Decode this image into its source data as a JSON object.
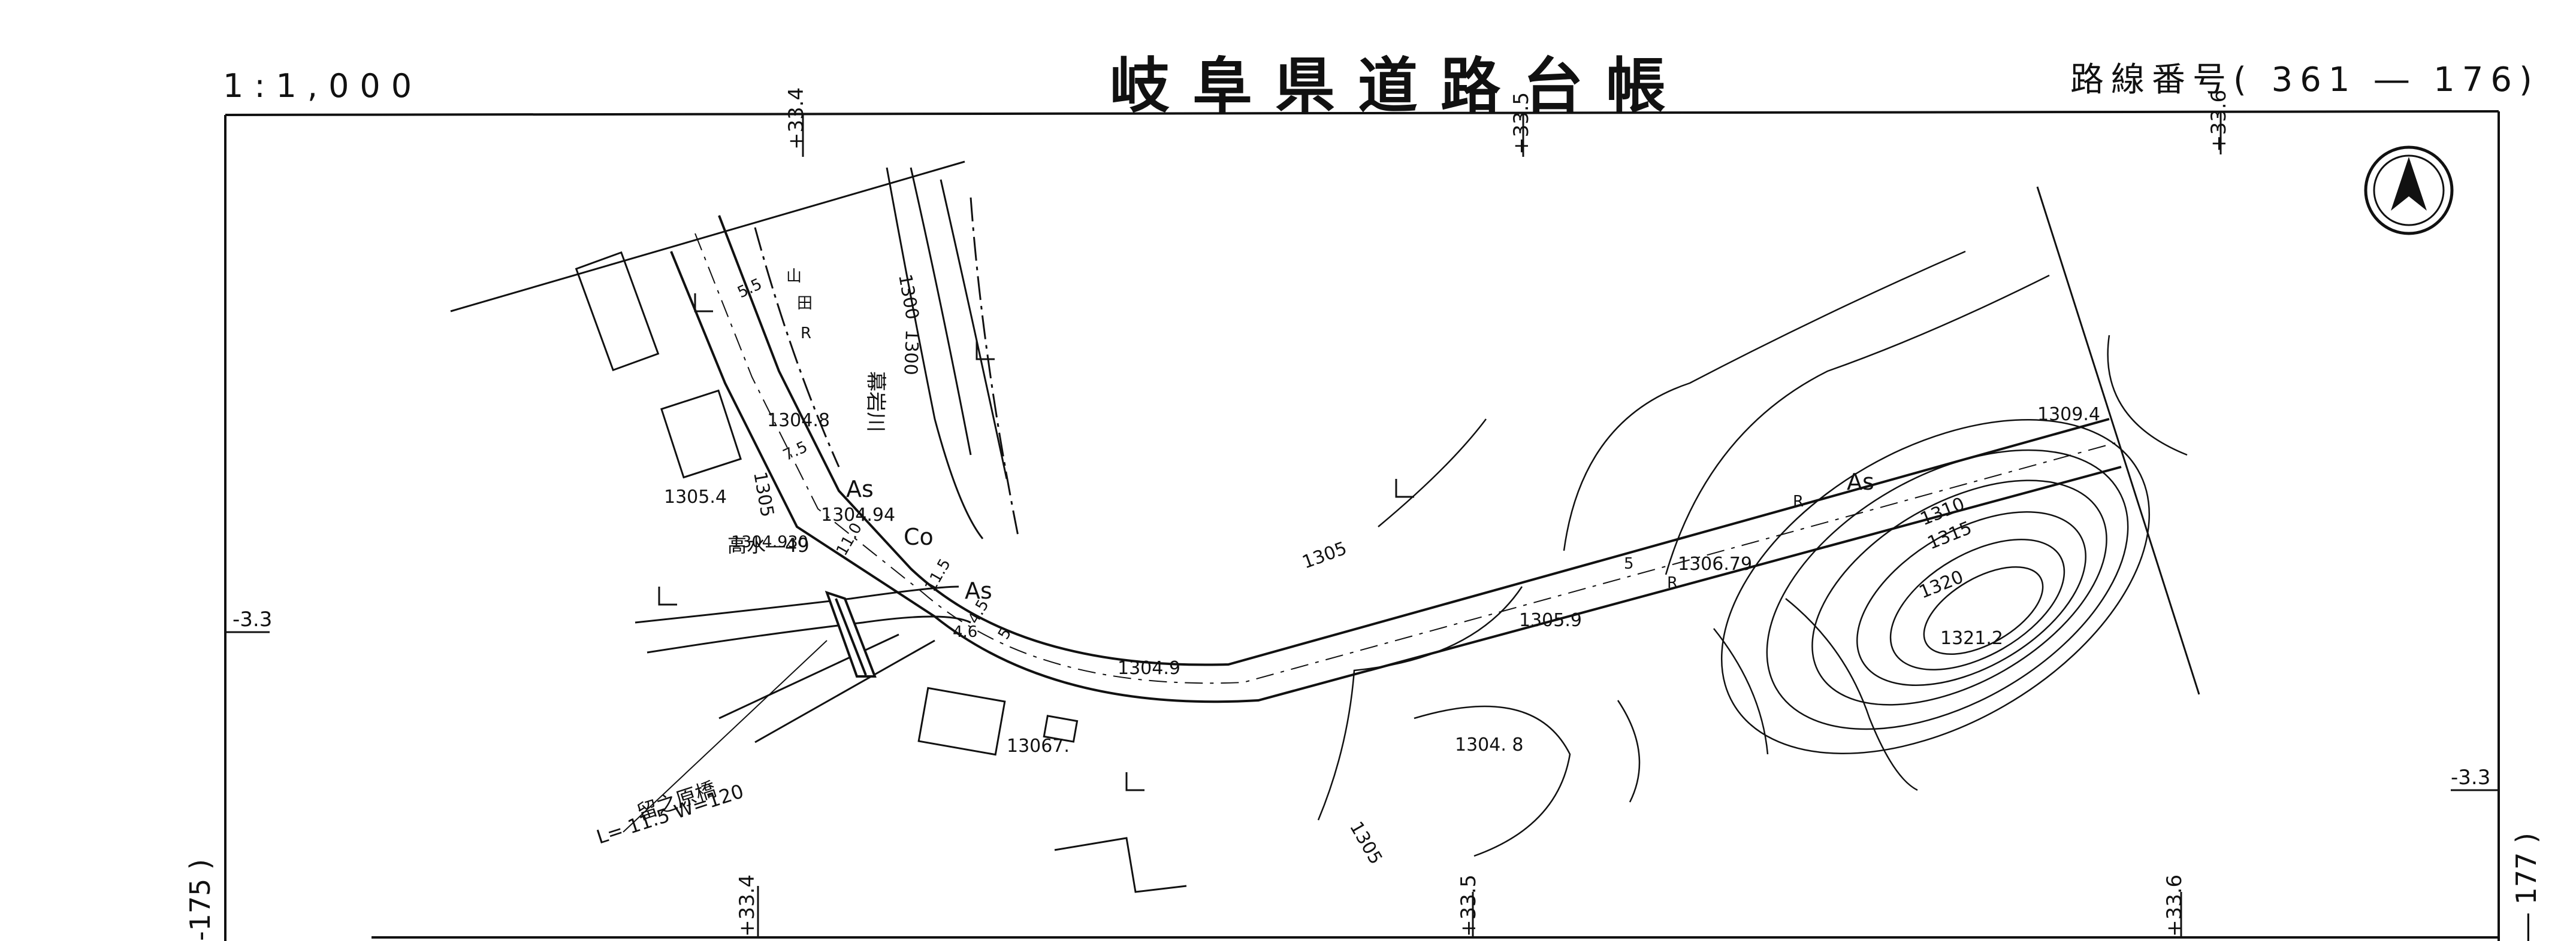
{
  "header": {
    "scale": "1:1,000",
    "title": "岐阜県道路台帳",
    "route_number": "路線番号( 361 ― 176)"
  },
  "sheet_refs": {
    "prev": "-175 )",
    "next": "― 177 )"
  },
  "grid_labels": {
    "top_left": "+33.4",
    "top_mid": "+33.5",
    "top_right": "+33.6",
    "bottom_left": "+33.4",
    "bottom_mid": "+33.5",
    "bottom_right": "+33.6",
    "left": "-3.3",
    "right": "-3.3"
  },
  "elevations": {
    "e1304_8_north": "1304.8",
    "e1305_4": "1305.4",
    "e1304_94": "1304.94",
    "e1304_930": "1304.930",
    "e1309_4": "1309.4",
    "e1306_79": "1306.79",
    "e1305_9": "1305.9",
    "e1304_9": "1304.9",
    "e13067": "13067.",
    "e1304_8_south": "1304. 8",
    "e1321_2": "1321.2"
  },
  "contours": {
    "c1300_a": "1300",
    "c1300_b": "1300",
    "c1305_west": "1305",
    "c1305_mid": "1305",
    "c1305_south": "1305",
    "c1310": "1310",
    "c1315": "1315",
    "c1320": "1320"
  },
  "surface": {
    "as1": "As",
    "as2": "As",
    "as3": "As",
    "co": "Co"
  },
  "road_marks": {
    "r1": "R",
    "r2": "R",
    "r3": "R",
    "w55": "5.5",
    "w75": "7.5",
    "w110": "11.0",
    "w115": "11.5",
    "w46": "4.6",
    "w45": "4.5",
    "w5a": "5",
    "w5b": "5",
    "field_sym": "山",
    "field_sym2": "田"
  },
  "features": {
    "river_name": "幕岩川",
    "high_water": "高水―49",
    "bridge_name": "留之原橋",
    "bridge_dims": "L= 11.5   W=120"
  },
  "icons": {
    "north_arrow": "north-arrow-icon"
  }
}
